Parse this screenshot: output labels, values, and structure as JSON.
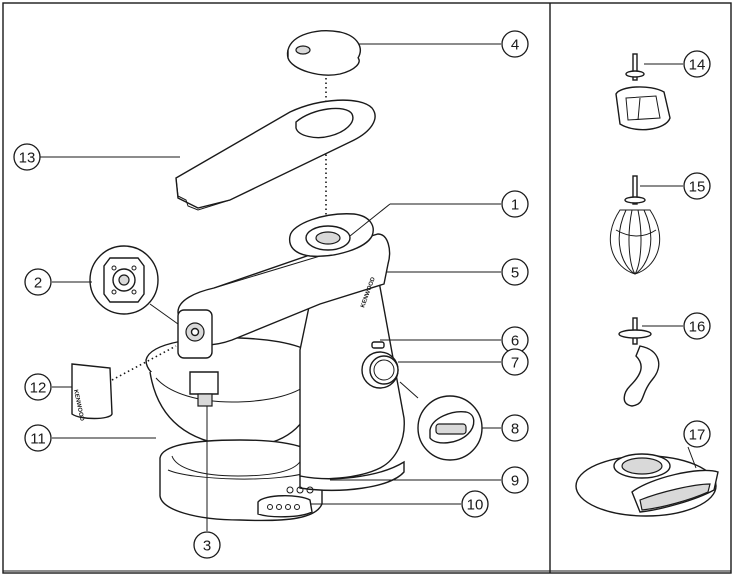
{
  "callouts": {
    "c1": "1",
    "c2": "2",
    "c3": "3",
    "c4": "4",
    "c5": "5",
    "c6": "6",
    "c7": "7",
    "c8": "8",
    "c9": "9",
    "c10": "10",
    "c11": "11",
    "c12": "12",
    "c13": "13",
    "c14": "14",
    "c15": "15",
    "c16": "16",
    "c17": "17"
  },
  "brand": {
    "head": "KENWOOD",
    "cover": "KENWOOD"
  },
  "colors": {
    "line": "#1a1a1a",
    "shade": "#d9d9d9",
    "background": "#ffffff"
  }
}
